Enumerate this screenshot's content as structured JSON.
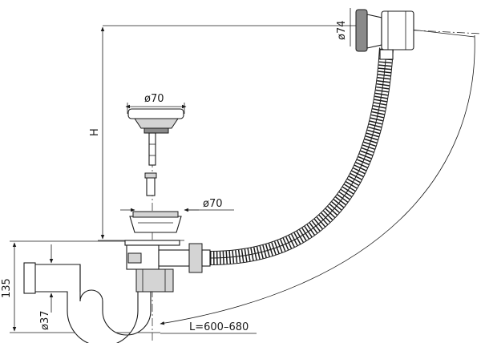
{
  "labels": {
    "overflow_diameter": "ø74",
    "plug_diameter": "ø70",
    "drain_diameter": "ø70",
    "height": "H",
    "trap_height": "135",
    "outlet_diameter": "ø37",
    "length": "L=600–680"
  }
}
